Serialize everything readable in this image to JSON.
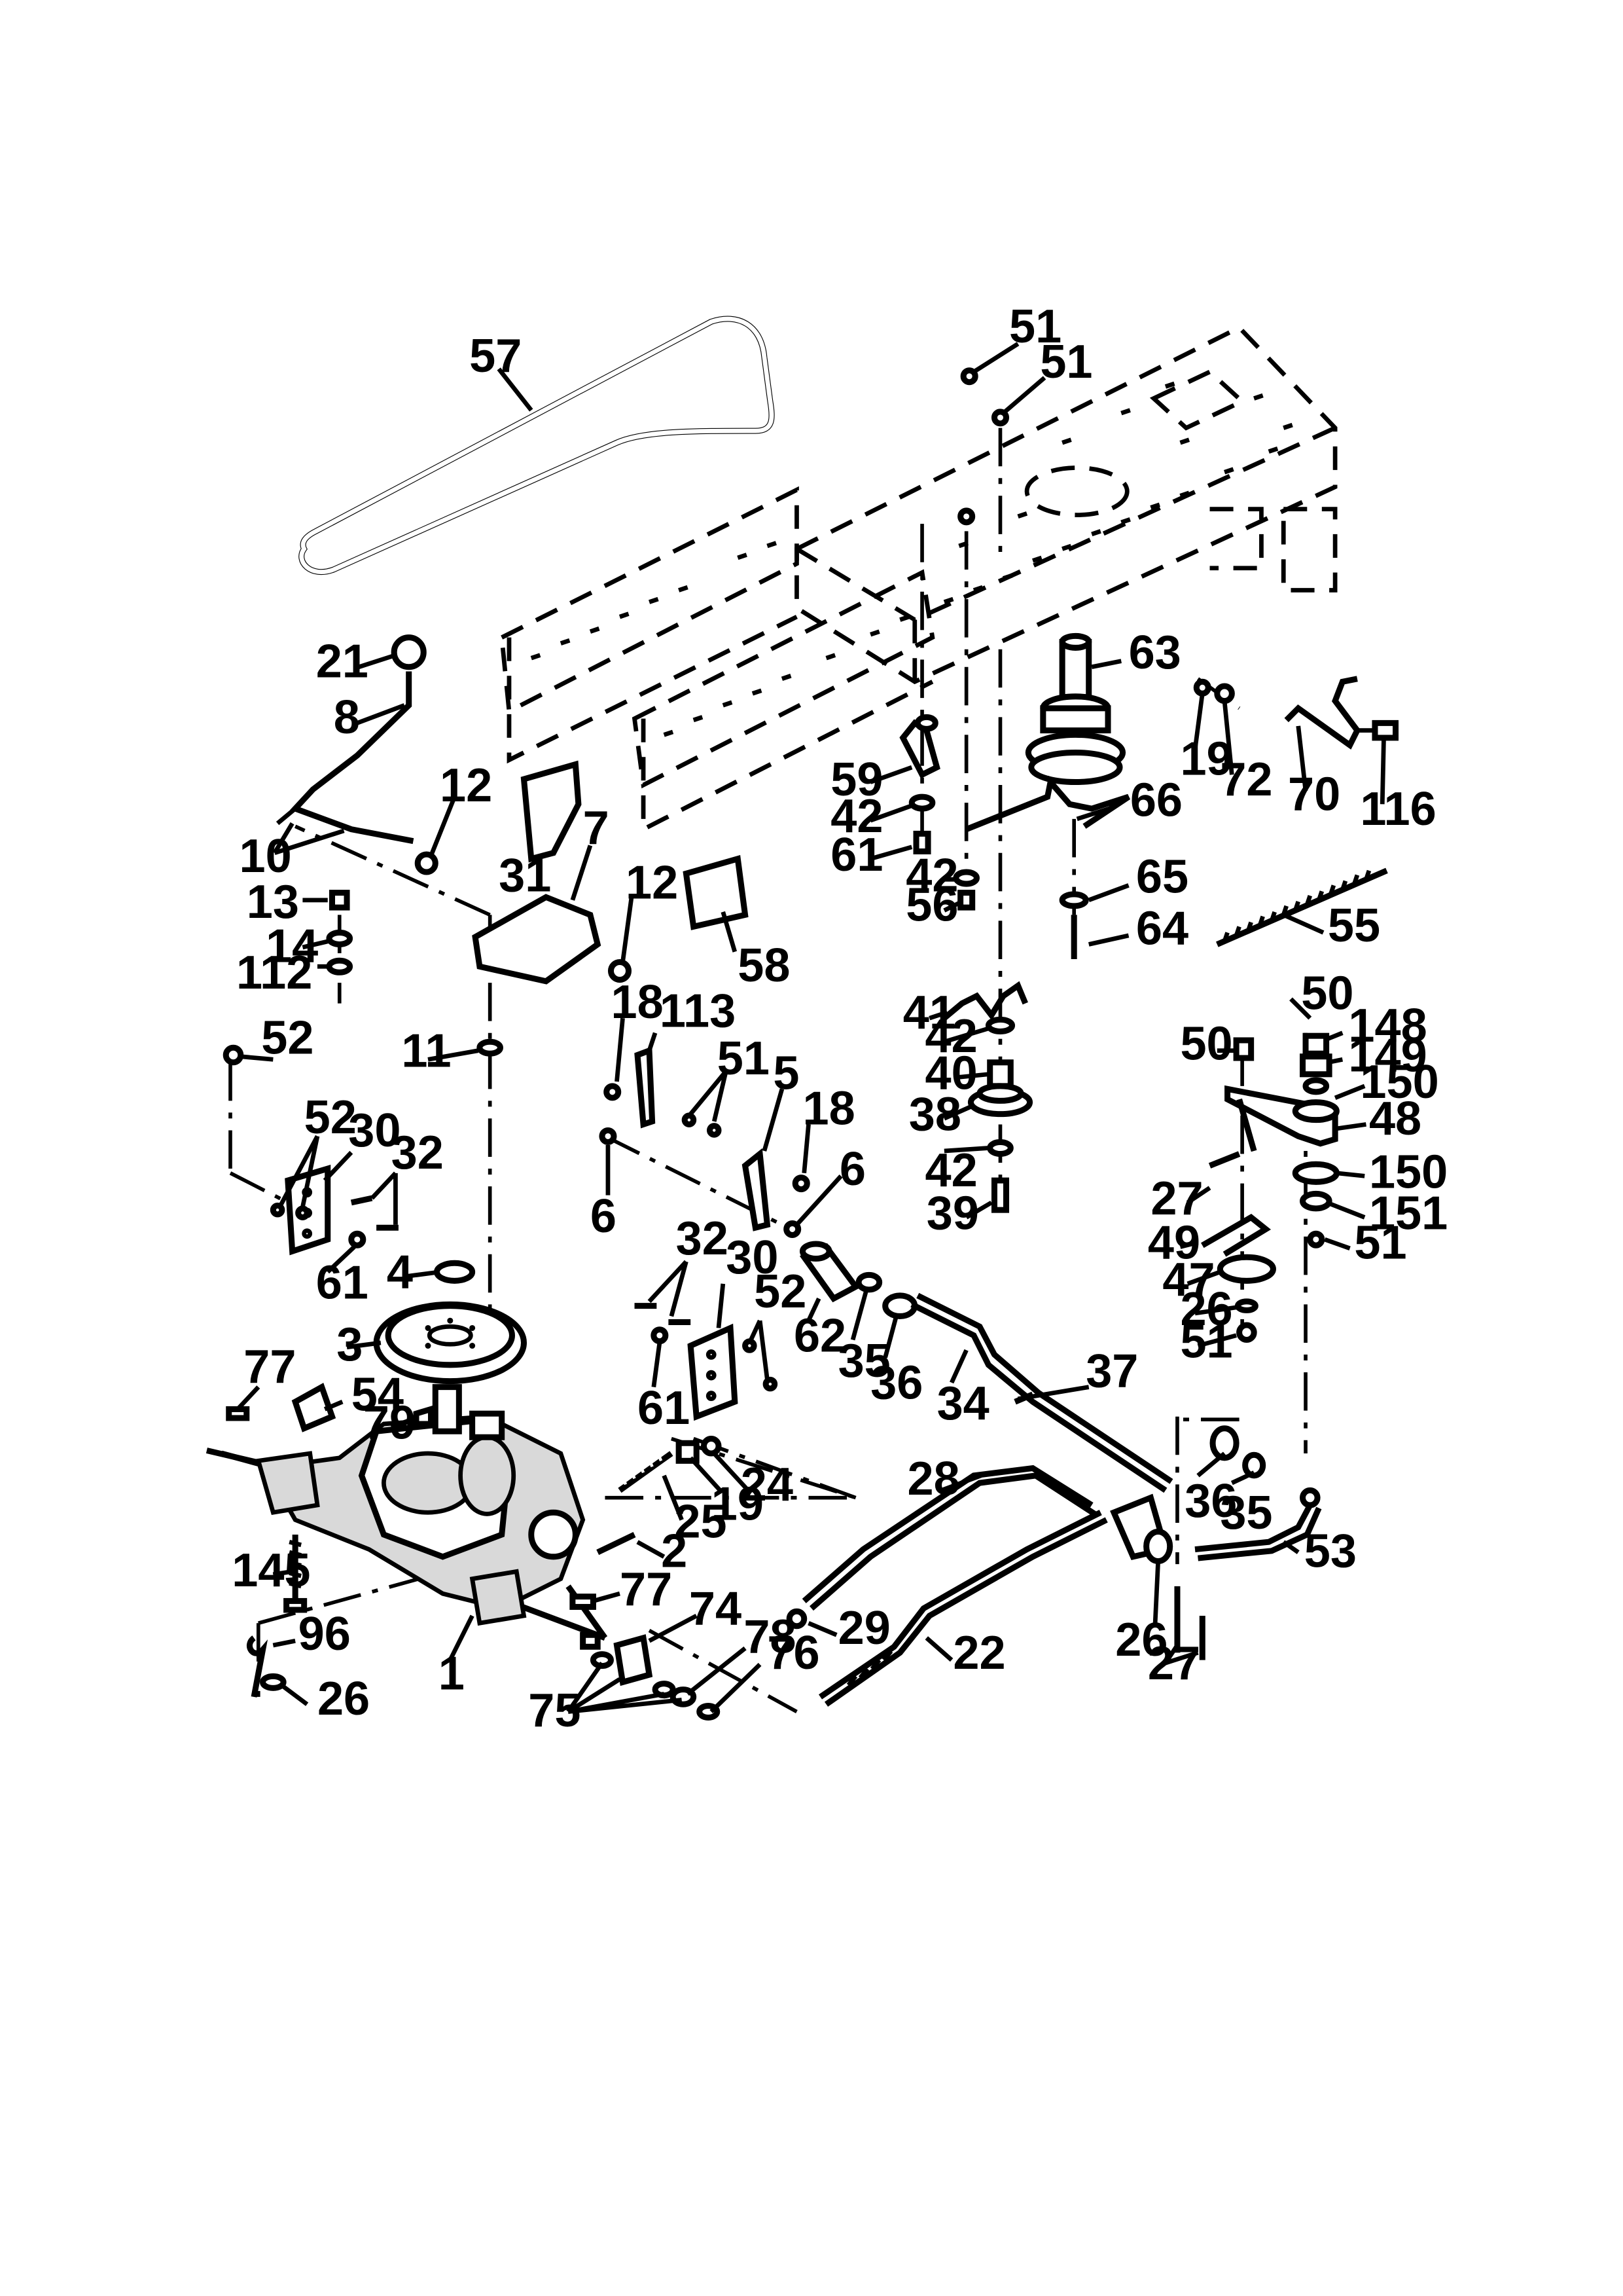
{
  "diagram": {
    "background": "#ffffff",
    "ink": "#000000",
    "callouts": [
      {
        "id": "c57",
        "label": "57"
      },
      {
        "id": "c51a",
        "label": "51"
      },
      {
        "id": "c51b",
        "label": "51"
      },
      {
        "id": "c21",
        "label": "21"
      },
      {
        "id": "c8",
        "label": "8"
      },
      {
        "id": "c63",
        "label": "63"
      },
      {
        "id": "c19a",
        "label": "19"
      },
      {
        "id": "c72",
        "label": "72"
      },
      {
        "id": "c70",
        "label": "70"
      },
      {
        "id": "c116",
        "label": "116"
      },
      {
        "id": "c59",
        "label": "59"
      },
      {
        "id": "c66",
        "label": "66"
      },
      {
        "id": "c42a",
        "label": "42"
      },
      {
        "id": "c61a",
        "label": "61"
      },
      {
        "id": "c42b",
        "label": "42"
      },
      {
        "id": "c56",
        "label": "56"
      },
      {
        "id": "c65",
        "label": "65"
      },
      {
        "id": "c64",
        "label": "64"
      },
      {
        "id": "c55",
        "label": "55"
      },
      {
        "id": "c12a",
        "label": "12"
      },
      {
        "id": "c31",
        "label": "31"
      },
      {
        "id": "c7",
        "label": "7"
      },
      {
        "id": "c10",
        "label": "10"
      },
      {
        "id": "c13",
        "label": "13"
      },
      {
        "id": "c12b",
        "label": "12"
      },
      {
        "id": "c58",
        "label": "58"
      },
      {
        "id": "c14",
        "label": "14"
      },
      {
        "id": "c112",
        "label": "112"
      },
      {
        "id": "c41",
        "label": "41"
      },
      {
        "id": "c42c",
        "label": "42"
      },
      {
        "id": "c50a",
        "label": "50"
      },
      {
        "id": "c50b",
        "label": "50"
      },
      {
        "id": "c148",
        "label": "148"
      },
      {
        "id": "c149",
        "label": "149"
      },
      {
        "id": "c150a",
        "label": "150"
      },
      {
        "id": "c48",
        "label": "48"
      },
      {
        "id": "c40",
        "label": "40"
      },
      {
        "id": "c38",
        "label": "38"
      },
      {
        "id": "c42d",
        "label": "42"
      },
      {
        "id": "c39",
        "label": "39"
      },
      {
        "id": "c27a",
        "label": "27"
      },
      {
        "id": "c150b",
        "label": "150"
      },
      {
        "id": "c151",
        "label": "151"
      },
      {
        "id": "c51c",
        "label": "51"
      },
      {
        "id": "c49",
        "label": "49"
      },
      {
        "id": "c47",
        "label": "47"
      },
      {
        "id": "c26a",
        "label": "26"
      },
      {
        "id": "c51d",
        "label": "51"
      },
      {
        "id": "c52a",
        "label": "52"
      },
      {
        "id": "c11",
        "label": "11"
      },
      {
        "id": "c18a",
        "label": "18"
      },
      {
        "id": "c113",
        "label": "113"
      },
      {
        "id": "c51e",
        "label": "51"
      },
      {
        "id": "c5",
        "label": "5"
      },
      {
        "id": "c18b",
        "label": "18"
      },
      {
        "id": "c6a",
        "label": "6"
      },
      {
        "id": "c6b",
        "label": "6"
      },
      {
        "id": "c52b",
        "label": "52"
      },
      {
        "id": "c30a",
        "label": "30"
      },
      {
        "id": "c32a",
        "label": "32"
      },
      {
        "id": "c61b",
        "label": "61"
      },
      {
        "id": "c4",
        "label": "4"
      },
      {
        "id": "c3",
        "label": "3"
      },
      {
        "id": "c32b",
        "label": "32"
      },
      {
        "id": "c30b",
        "label": "30"
      },
      {
        "id": "c52c",
        "label": "52"
      },
      {
        "id": "c61c",
        "label": "61"
      },
      {
        "id": "c62",
        "label": "62"
      },
      {
        "id": "c35a",
        "label": "35"
      },
      {
        "id": "c36a",
        "label": "36"
      },
      {
        "id": "c34",
        "label": "34"
      },
      {
        "id": "c37",
        "label": "37"
      },
      {
        "id": "c77a",
        "label": "77"
      },
      {
        "id": "c54",
        "label": "54"
      },
      {
        "id": "c79",
        "label": "79"
      },
      {
        "id": "c24",
        "label": "24"
      },
      {
        "id": "c19b",
        "label": "19"
      },
      {
        "id": "c25",
        "label": "25"
      },
      {
        "id": "c2",
        "label": "2"
      },
      {
        "id": "c28",
        "label": "28"
      },
      {
        "id": "c36b",
        "label": "36"
      },
      {
        "id": "c35b",
        "label": "35"
      },
      {
        "id": "c53",
        "label": "53"
      },
      {
        "id": "c145",
        "label": "145"
      },
      {
        "id": "c77b",
        "label": "77"
      },
      {
        "id": "c74",
        "label": "74"
      },
      {
        "id": "c29",
        "label": "29"
      },
      {
        "id": "c22",
        "label": "22"
      },
      {
        "id": "c26b",
        "label": "26"
      },
      {
        "id": "c27b",
        "label": "27"
      },
      {
        "id": "c96",
        "label": "96"
      },
      {
        "id": "c1",
        "label": "1"
      },
      {
        "id": "c78",
        "label": "78"
      },
      {
        "id": "c76",
        "label": "76"
      },
      {
        "id": "c26c",
        "label": "26"
      },
      {
        "id": "c75",
        "label": "75"
      }
    ]
  }
}
